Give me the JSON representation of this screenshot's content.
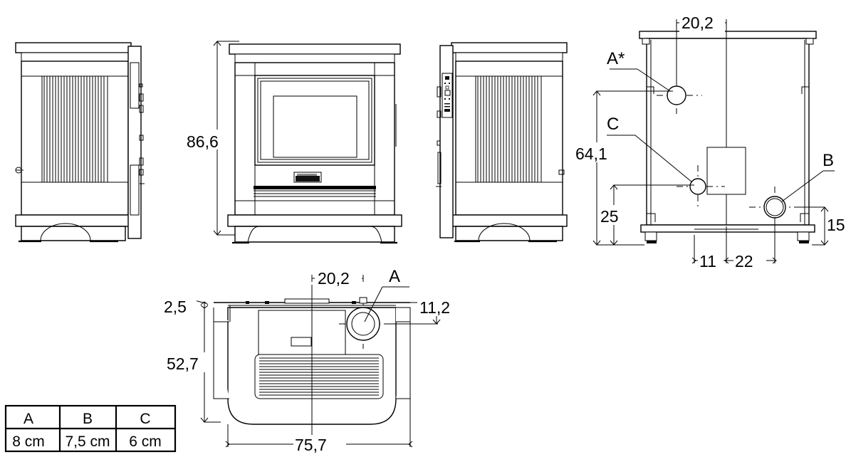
{
  "drawing": {
    "title": "Stove technical drawing - dimensioned orthographic views",
    "units_note": "cm",
    "line_color": "#000000",
    "background_color": "#ffffff"
  },
  "views": {
    "left_side": {
      "name": "left-side-elevation"
    },
    "front": {
      "name": "front-elevation",
      "logo_text": ""
    },
    "right_side": {
      "name": "right-side-elevation-with-control-panel"
    },
    "rear": {
      "name": "rear-elevation"
    },
    "top": {
      "name": "top-plan-view"
    }
  },
  "dimensions": {
    "height_total": "86,6",
    "rear_top_offset": "20,2",
    "rear_height_a": "64,1",
    "rear_height_c": "25",
    "rear_right_15": "15",
    "rear_bottom_11": "11",
    "rear_bottom_22": "22",
    "top_offset_20_2": "20,2",
    "top_offset_2_5": "2,5",
    "top_depth_52_7": "52,7",
    "top_width_75_7": "75,7",
    "top_right_11_2": "11,2"
  },
  "callouts": {
    "a_star": "A*",
    "c": "C",
    "b": "B",
    "a": "A"
  },
  "legend_table": {
    "headers": [
      "A",
      "B",
      "C"
    ],
    "values": [
      "8 cm",
      "7,5 cm",
      "6 cm"
    ]
  }
}
